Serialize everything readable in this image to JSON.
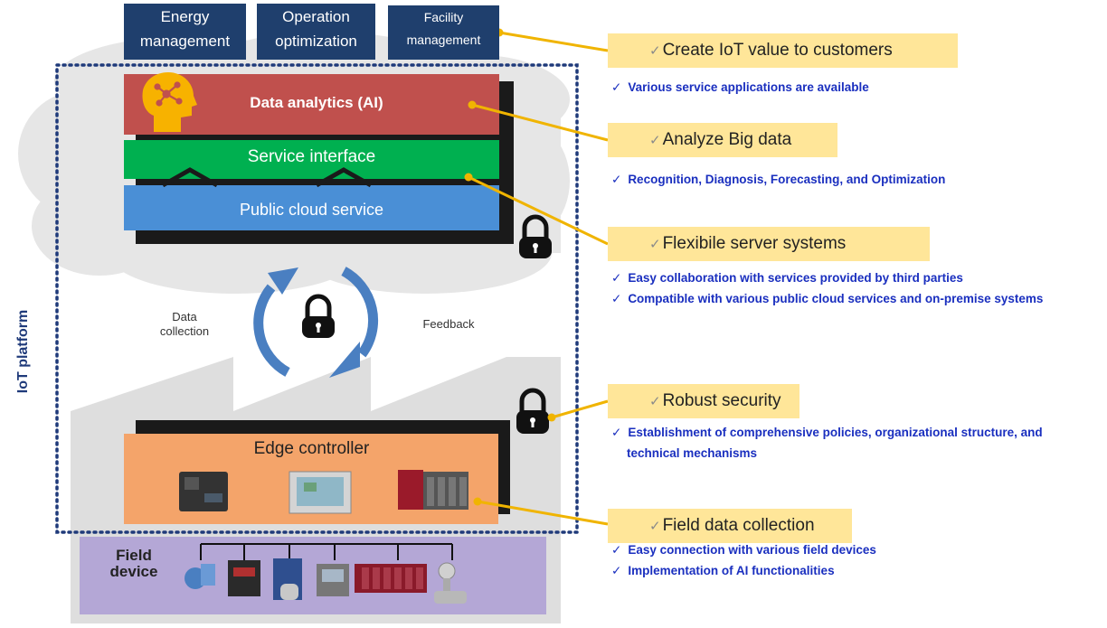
{
  "services": [
    {
      "line1": "Energy",
      "line2": "management"
    },
    {
      "line1": "Operation",
      "line2": "optimization"
    },
    {
      "line1": "Facility",
      "line2": "management"
    }
  ],
  "layers": {
    "analytics": "Data analytics (AI)",
    "service_interface": "Service interface",
    "cloud": "Public cloud service",
    "edge": "Edge controller",
    "field": {
      "line1": "Field",
      "line2": "device"
    }
  },
  "platform_label": "IoT platform",
  "flow": {
    "data_collection": {
      "line1": "Data",
      "line2": "collection"
    },
    "feedback": "Feedback"
  },
  "features": [
    {
      "title": "Create IoT value to customers",
      "bullets": [
        "Various service applications are available"
      ]
    },
    {
      "title": "Analyze Big data",
      "bullets": [
        "Recognition, Diagnosis, Forecasting, and Optimization"
      ]
    },
    {
      "title": "Flexibile server systems",
      "bullets": [
        "Easy collaboration with services provided by third parties",
        "Compatible with various public cloud services and on-premise systems"
      ]
    },
    {
      "title": "Robust security",
      "bullets": [
        "Establishment of comprehensive policies, organizational structure, and",
        "technical mechanisms"
      ]
    },
    {
      "title": "Field data collection",
      "bullets": [
        "Easy connection with various field devices",
        "Implementation of AI functionalities"
      ]
    }
  ],
  "tick_symbol": "✓",
  "colors": {
    "service_box": "#1f3f6d",
    "analytics": "#c0504d",
    "service_interface": "#00b050",
    "cloud_service": "#4a8fd6",
    "edge": "#f4a46a",
    "field": "#b4a7d6",
    "feature_box": "#ffe699",
    "connector": "#f0b400",
    "bullet_text": "#1a2fbf",
    "platform_border": "#1f3a7a"
  },
  "icons": [
    "brain-network-icon",
    "lock-icon",
    "cycle-arrows-icon"
  ]
}
